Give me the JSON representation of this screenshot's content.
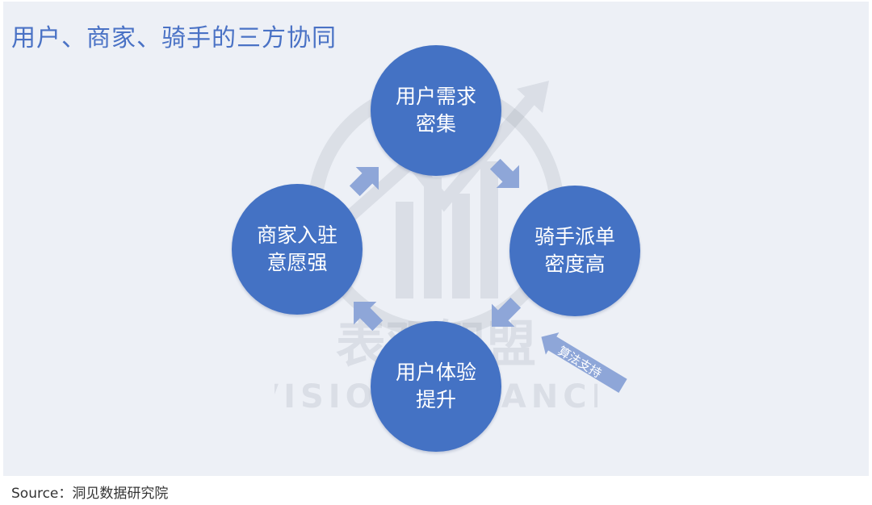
{
  "title": "用户、商家、骑手的三方协同",
  "nodes": {
    "top": {
      "line1": "用户需求",
      "line2": "密集"
    },
    "right": {
      "line1": "骑手派单",
      "line2": "密度高"
    },
    "bottom": {
      "line1": "用户体验",
      "line2": "提升"
    },
    "left": {
      "line1": "商家入驻",
      "line2": "意愿强"
    }
  },
  "support_arrow": {
    "label": "算法支持"
  },
  "watermark": {
    "cn": "表观智盟",
    "en": "VISION FINANCE"
  },
  "source": "Source：洞见数据研究院",
  "colors": {
    "node": "#4472c4",
    "title": "#4a72c5",
    "arrow": "#8ea6d8",
    "panel": "#edf0f6"
  }
}
